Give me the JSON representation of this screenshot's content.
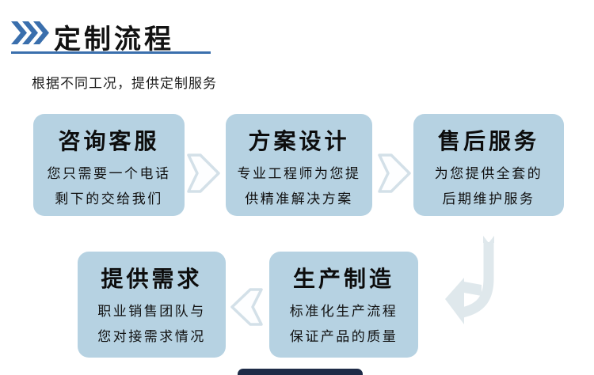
{
  "header": {
    "title": "定制流程",
    "subtitle": "根据不同工况，提供定制服务"
  },
  "colors": {
    "accent_blue": "#3a6fad",
    "box_fill": "#b6d2e2",
    "arrow_outline": "#d3e0e8",
    "arrow_soft_fill": "#dfe8ec",
    "banner_dark": "#1e2b47",
    "text": "#111111"
  },
  "flow": {
    "steps": [
      {
        "title": "咨询客服",
        "line1": "您只需要一个电话",
        "line2": "剩下的交给我们"
      },
      {
        "title": "方案设计",
        "line1": "专业工程师为您提",
        "line2": "供精准解决方案"
      },
      {
        "title": "售后服务",
        "line1": "为您提供全套的",
        "line2": "后期维护服务"
      },
      {
        "title": "提供需求",
        "line1": "职业销售团队与",
        "line2": "您对接需求情况"
      },
      {
        "title": "生产制造",
        "line1": "标准化生产流程",
        "line2": "保证产品的质量"
      }
    ],
    "arrows": [
      {
        "icon": "arrow-right-icon",
        "from": "咨询客服",
        "to": "方案设计"
      },
      {
        "icon": "arrow-right-icon",
        "from": "方案设计",
        "to": "售后服务"
      },
      {
        "icon": "arrow-curve-down-left-icon",
        "from": "售后服务",
        "to": "生产制造"
      },
      {
        "icon": "arrow-left-icon",
        "from": "生产制造",
        "to": "提供需求"
      }
    ]
  }
}
